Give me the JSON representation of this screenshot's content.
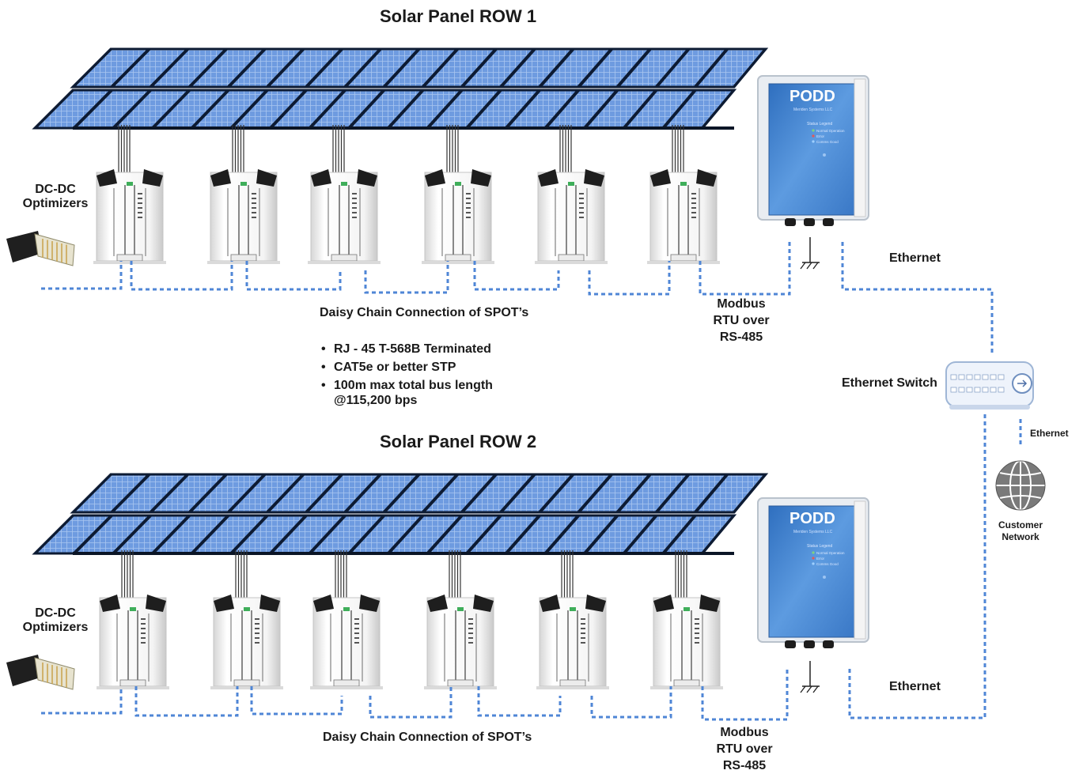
{
  "row1": {
    "title": "Solar Panel ROW 1",
    "optimizers_label_line1": "DC-DC",
    "optimizers_label_line2": "Optimizers",
    "daisy_chain_label": "Daisy Chain Connection of SPOT’s",
    "specs": [
      "RJ - 45 T-568B Terminated",
      "CAT5e or better STP",
      "100m max total bus length",
      "@115,200 bps"
    ],
    "modbus_line1": "Modbus",
    "modbus_line2": "RTU over",
    "modbus_line3": "RS-485",
    "ethernet_label": "Ethernet"
  },
  "row2": {
    "title": "Solar Panel ROW 2",
    "optimizers_label_line1": "DC-DC",
    "optimizers_label_line2": "Optimizers",
    "daisy_chain_label": "Daisy Chain Connection of SPOT’s",
    "modbus_line1": "Modbus",
    "modbus_line2": "RTU over",
    "modbus_line3": "RS-485",
    "ethernet_label": "Ethernet"
  },
  "podd": {
    "brand": "PODD",
    "maker": "Meriden Systems LLC",
    "legend_title": "Status Legend",
    "legend_items": [
      "Normal Operation",
      "Error",
      "Comms Good"
    ]
  },
  "network": {
    "switch_label": "Ethernet Switch",
    "ethernet_small_label": "Ethernet",
    "customer_line1": "Customer",
    "customer_line2": "Network"
  },
  "colors": {
    "panel_blue": "#5e8fd6",
    "panel_frame": "#0d1b33",
    "cable_blue": "#4f86d6",
    "enclosure_blue": "#3f80c9"
  }
}
